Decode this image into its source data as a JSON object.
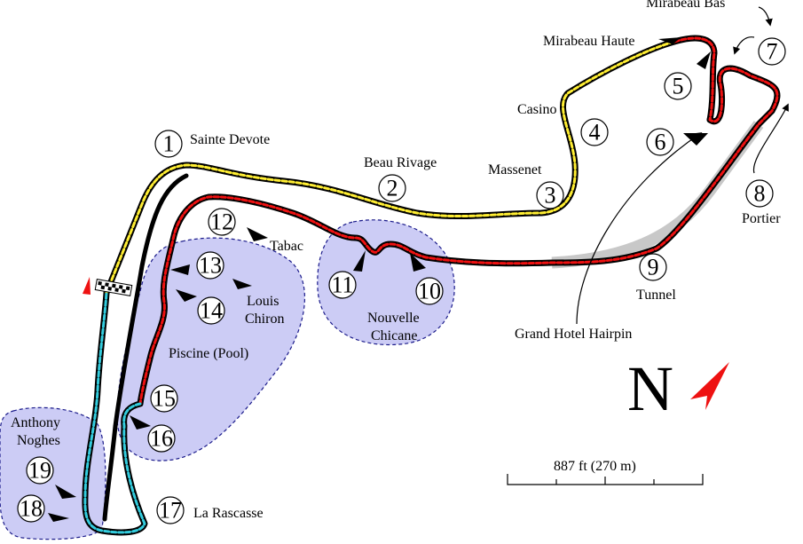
{
  "map": {
    "colors": {
      "track": "#000000",
      "sector1": "#ffee33",
      "sector2": "#ee1111",
      "sector3": "#33ccdd",
      "tunnel": "#c8c8c8",
      "zone_fill": "#ccccf5",
      "zone_stroke": "#1a1a8a",
      "north_arrow": "#ee1111",
      "start_flag": "#ee1111"
    },
    "corners": [
      {
        "number": "1",
        "name": "Sainte Devote"
      },
      {
        "number": "2",
        "name": "Beau Rivage"
      },
      {
        "number": "3",
        "name": "Massenet"
      },
      {
        "number": "4",
        "name": "Casino"
      },
      {
        "number": "5",
        "name": "Mirabeau Haute"
      },
      {
        "number": "6",
        "name": "Grand Hotel Hairpin"
      },
      {
        "number": "7",
        "name": "Mirabeau Bas"
      },
      {
        "number": "8",
        "name": "Portier"
      },
      {
        "number": "9",
        "name": "Tunnel"
      },
      {
        "number": "10",
        "name": ""
      },
      {
        "number": "11",
        "name": ""
      },
      {
        "number": "12",
        "name": "Tabac"
      },
      {
        "number": "13",
        "name": ""
      },
      {
        "number": "14",
        "name": ""
      },
      {
        "number": "15",
        "name": ""
      },
      {
        "number": "16",
        "name": ""
      },
      {
        "number": "17",
        "name": "La Rascasse"
      },
      {
        "number": "18",
        "name": ""
      },
      {
        "number": "19",
        "name": ""
      }
    ],
    "zones": [
      {
        "name_line1": "Nouvelle",
        "name_line2": "Chicane"
      },
      {
        "name_line1": "Louis",
        "name_line2": "Chiron"
      },
      {
        "name": "Piscine (Pool)"
      },
      {
        "name_line1": "Anthony",
        "name_line2": "Noghes"
      }
    ],
    "scale": {
      "label": "887 ft (270 m)"
    },
    "north": {
      "label": "N"
    }
  }
}
